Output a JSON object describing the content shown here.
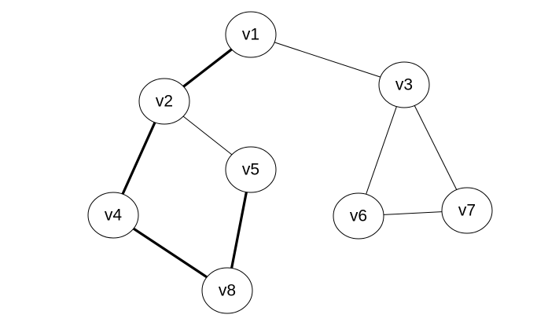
{
  "graph": {
    "colors": {
      "stroke": "#000000",
      "node_fill": "#ffffff",
      "background": "#ffffff"
    },
    "nodes": [
      {
        "id": "v1",
        "label": "v1"
      },
      {
        "id": "v2",
        "label": "v2"
      },
      {
        "id": "v3",
        "label": "v3"
      },
      {
        "id": "v4",
        "label": "v4"
      },
      {
        "id": "v5",
        "label": "v5"
      },
      {
        "id": "v6",
        "label": "v6"
      },
      {
        "id": "v7",
        "label": "v7"
      },
      {
        "id": "v8",
        "label": "v8"
      }
    ],
    "edges": [
      {
        "from": "v1",
        "to": "v2",
        "bold": true
      },
      {
        "from": "v1",
        "to": "v3",
        "bold": false
      },
      {
        "from": "v2",
        "to": "v4",
        "bold": true
      },
      {
        "from": "v2",
        "to": "v5",
        "bold": false
      },
      {
        "from": "v4",
        "to": "v8",
        "bold": true
      },
      {
        "from": "v5",
        "to": "v8",
        "bold": true
      },
      {
        "from": "v3",
        "to": "v6",
        "bold": false
      },
      {
        "from": "v3",
        "to": "v7",
        "bold": false
      },
      {
        "from": "v6",
        "to": "v7",
        "bold": false
      }
    ]
  },
  "caption": {
    "text": ""
  }
}
